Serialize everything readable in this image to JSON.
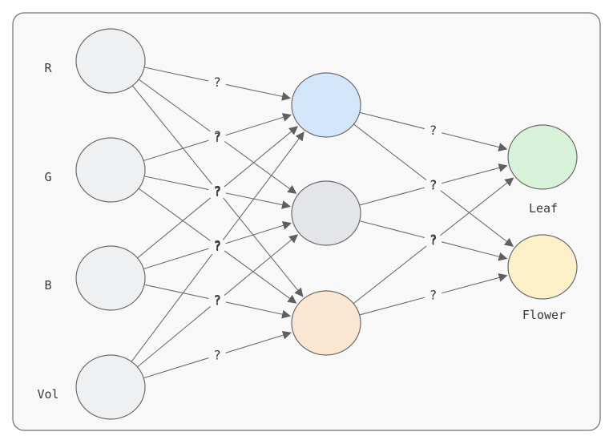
{
  "inputs": [
    {
      "label": "R"
    },
    {
      "label": "G"
    },
    {
      "label": "B"
    },
    {
      "label": "Vol"
    }
  ],
  "hidden": [
    {
      "fill": "#d4e6fb"
    },
    {
      "fill": "#e3e5e8"
    },
    {
      "fill": "#fbe6d1"
    }
  ],
  "outputs": [
    {
      "label": "Leaf",
      "fill": "#d8f1d9"
    },
    {
      "label": "Flower",
      "fill": "#fbf0c7"
    }
  ],
  "input_fill": "#eff0f2",
  "weight_label": "?"
}
